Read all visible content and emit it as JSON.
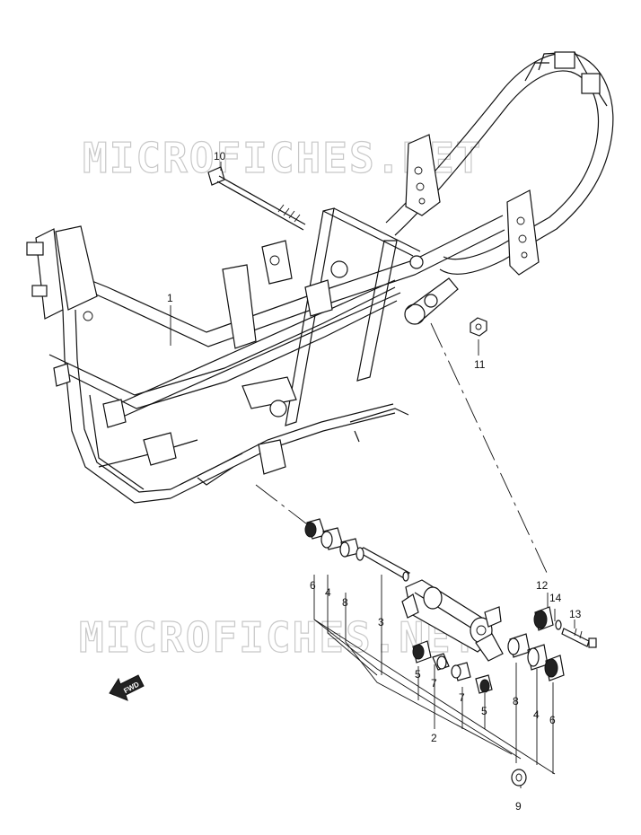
{
  "watermark": "MICROFICHES.NET",
  "fwd_label": "FWD",
  "callouts": {
    "c1": "1",
    "c2": "2",
    "c3": "3",
    "c4a": "4",
    "c4b": "4",
    "c5a": "5",
    "c5b": "5",
    "c6a": "6",
    "c6b": "6",
    "c7a": "7",
    "c7b": "7",
    "c8a": "8",
    "c8b": "8",
    "c9": "9",
    "c10": "10",
    "c11": "11",
    "c12": "12",
    "c13": "13",
    "c14": "14"
  },
  "colors": {
    "line": "#111111",
    "watermark": "#c8c8c8",
    "background": "#ffffff"
  }
}
